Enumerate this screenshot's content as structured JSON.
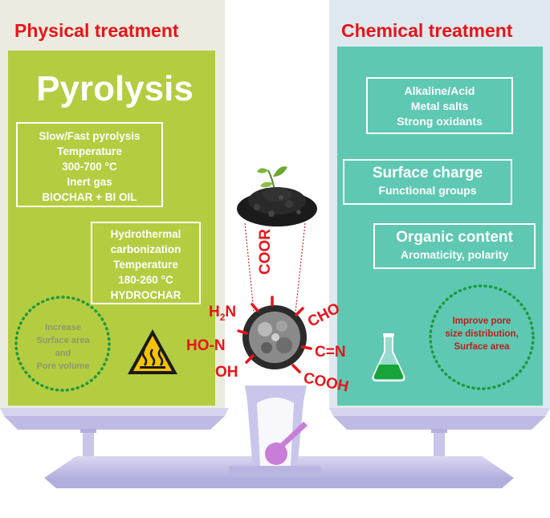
{
  "colors": {
    "left_backdrop": "#ebecdf",
    "right_backdrop": "#dde9ee",
    "left_panel": "#b4cc40",
    "right_panel": "#5ec8b3",
    "title_red": "#e8141a",
    "scale_lavender": "#c8c6ea",
    "dotted_green": "#1f9a40"
  },
  "left": {
    "title": "Physical treatment",
    "heading": "Pyrolysis",
    "box1": [
      "Slow/Fast pyrolysis",
      "Temperature",
      "300-700 °C",
      "Inert gas",
      "BIOCHAR + BI OIL"
    ],
    "box2": [
      "Hydrothermal",
      "carbonization",
      "Temperature",
      "180-260 °C",
      "HYDROCHAR"
    ],
    "circle": [
      "Increase",
      "Surface area",
      "and",
      "Pore volume"
    ],
    "icon": "hot-surface-warning-icon"
  },
  "right": {
    "title": "Chemical treatment",
    "box1": [
      "Alkaline/Acid",
      "Metal salts",
      "Strong oxidants"
    ],
    "box2_title": "Surface charge",
    "box2_sub": "Functional groups",
    "box3_title": "Organic content",
    "box3_sub": "Aromaticity, polarity",
    "circle": [
      "Improve pore",
      "size distribution,",
      "Surface area"
    ],
    "icon": "erlenmeyer-flask-icon"
  },
  "center": {
    "groups": {
      "coor": "COOR",
      "h2n_h": "H",
      "h2n_2": "2",
      "h2n_n": "N",
      "cho": "CHO",
      "hon": "HO-N",
      "cn": "C=N",
      "oh": "OH",
      "cooh": "COOH"
    },
    "icons": [
      "biochar-pile-icon",
      "seedling-icon",
      "porous-particle-icon"
    ]
  }
}
